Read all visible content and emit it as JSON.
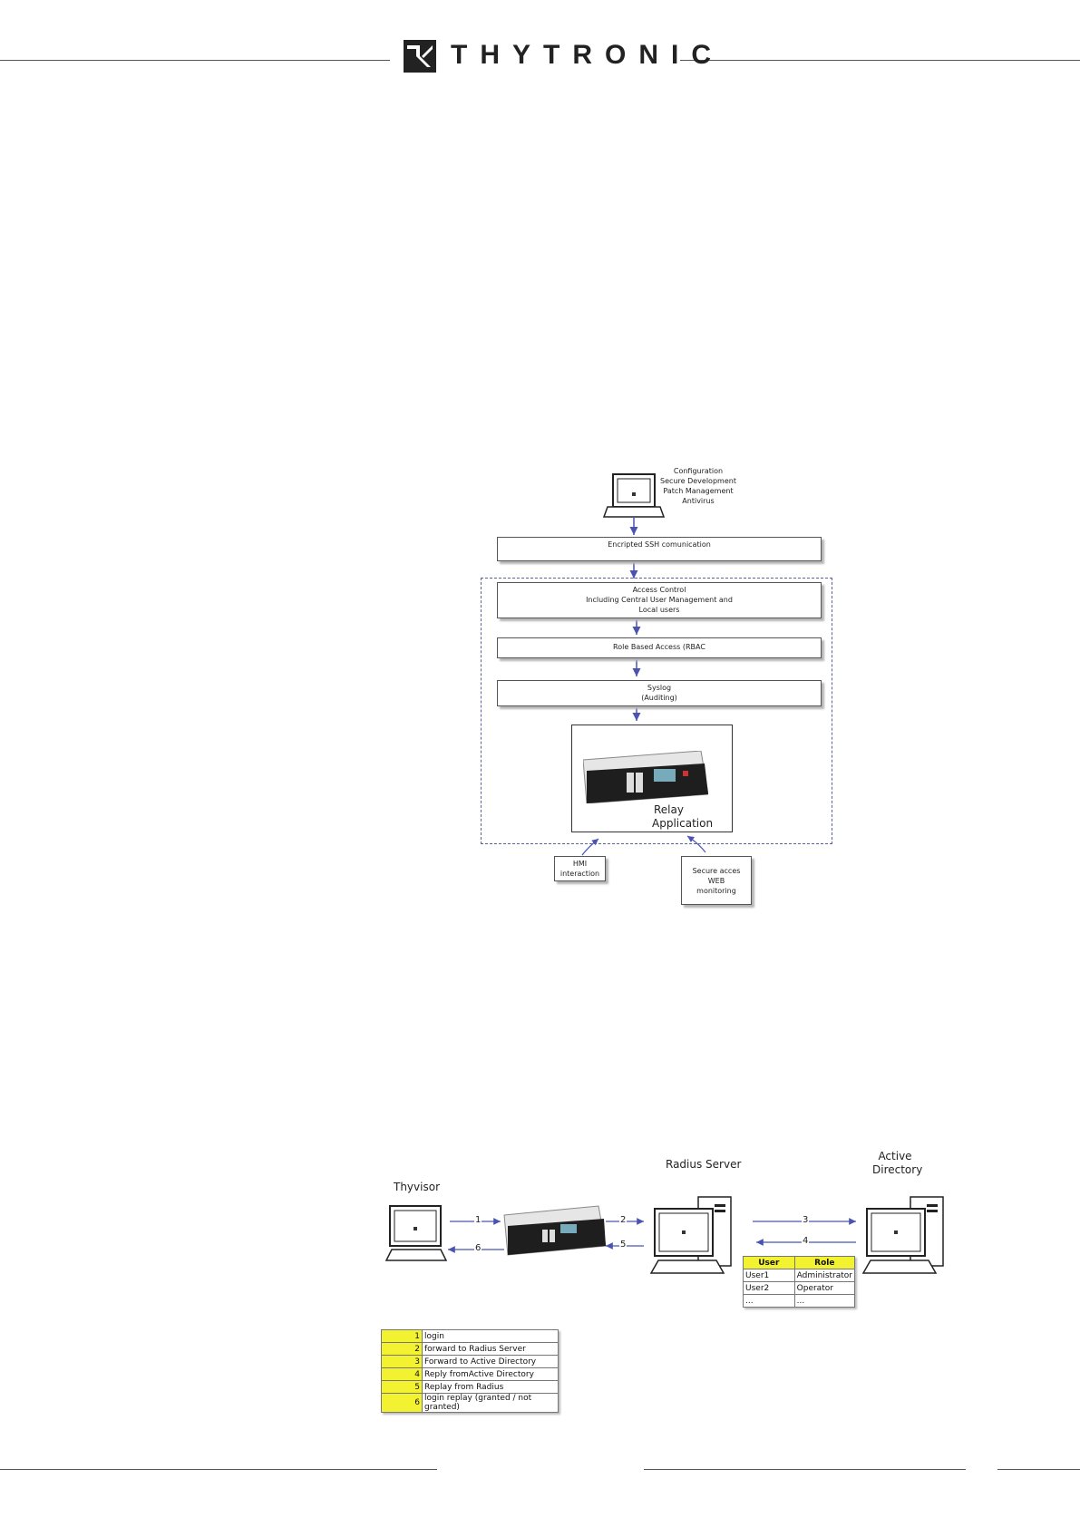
{
  "header": {
    "brand": "THYTRONIC"
  },
  "security_diagram": {
    "workstation_notes": [
      "Configuration",
      "Secure Development",
      "Patch Management",
      "Antivirus"
    ],
    "ssh_box": "Encripted SSH comunication",
    "access_control": [
      "Access Control",
      "Including Central User Management and",
      "Local users"
    ],
    "rbac_box": "Role Based Access (RBAC",
    "syslog": [
      "Syslog",
      "(Auditing)"
    ],
    "relay": [
      "Relay",
      "Application"
    ],
    "hmi": [
      "HMI",
      "interaction"
    ],
    "web": [
      "Secure acces",
      "WEB",
      "monitoring"
    ]
  },
  "radius_diagram": {
    "thyvisor_label": "Thyvisor",
    "radius_label": "Radius Server",
    "ad_label": [
      "Active",
      "Directory"
    ],
    "arrow_labels": [
      "1",
      "2",
      "3",
      "4",
      "5",
      "6"
    ],
    "user_table": {
      "headers": [
        "User",
        "Role"
      ],
      "rows": [
        [
          "User1",
          "Administrator"
        ],
        [
          "User2",
          "Operator"
        ],
        [
          "...",
          "..."
        ]
      ]
    },
    "legend": [
      {
        "num": "1",
        "text": "login"
      },
      {
        "num": "2",
        "text": "forward to Radius Server"
      },
      {
        "num": "3",
        "text": "Forward to Active Directory"
      },
      {
        "num": "4",
        "text": "Reply fromActive Directory"
      },
      {
        "num": "5",
        "text": "Replay from Radius"
      },
      {
        "num": "6",
        "text": "login replay (granted / not granted)"
      }
    ]
  },
  "colors": {
    "arrow": "#4a54b0",
    "highlight": "#f2f230"
  }
}
